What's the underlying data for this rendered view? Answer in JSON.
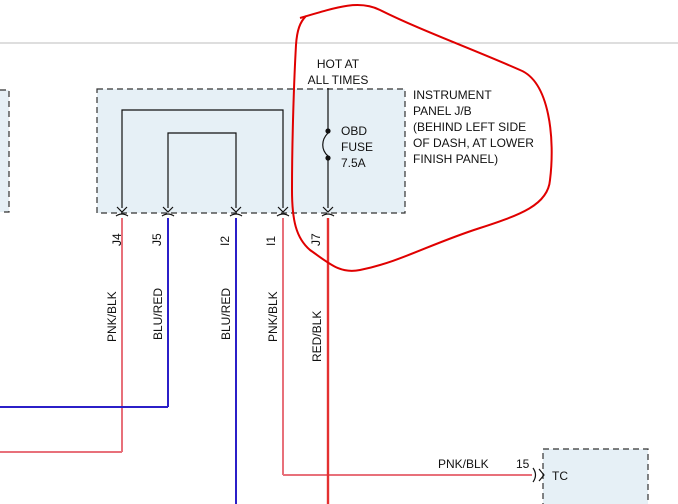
{
  "hot_label_line1": "HOT AT",
  "hot_label_line2": "ALL TIMES",
  "junction_block": {
    "line1": "INSTRUMENT",
    "line2": "PANEL J/B",
    "line3": "(BEHIND LEFT SIDE",
    "line4": "OF DASH, AT LOWER",
    "line5": "FINISH PANEL)"
  },
  "fuse": {
    "line1": "OBD",
    "line2": "FUSE",
    "line3": "7.5A"
  },
  "pins": [
    {
      "id": "J4",
      "wire": "PNK/BLK",
      "color": "#e8707a"
    },
    {
      "id": "J5",
      "wire": "BLU/RED",
      "color": "#2b1fc8"
    },
    {
      "id": "I2",
      "wire": "BLU/RED",
      "color": "#2b1fc8"
    },
    {
      "id": "I1",
      "wire": "PNK/BLK",
      "color": "#e8707a"
    },
    {
      "id": "J7",
      "wire": "RED/BLK",
      "color": "#e43030"
    }
  ],
  "tc_connector": {
    "label": "TC",
    "pin": "15",
    "wire": "PNK/BLK"
  },
  "annotation_color": "#e00000"
}
